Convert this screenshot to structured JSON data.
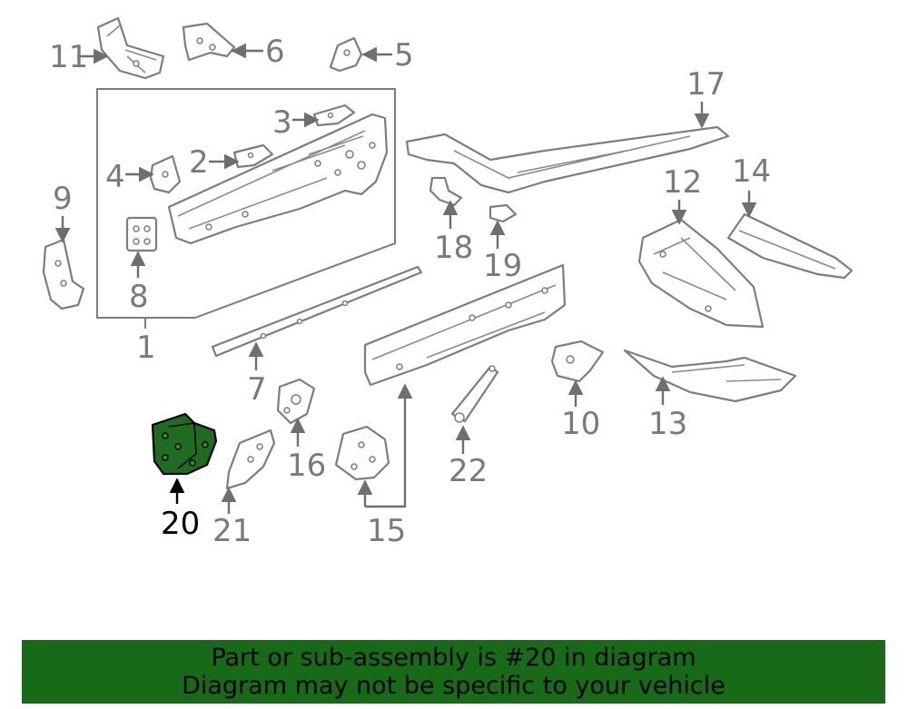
{
  "callouts": {
    "c1": "1",
    "c2": "2",
    "c3": "3",
    "c4": "4",
    "c5": "5",
    "c6": "6",
    "c7": "7",
    "c8": "8",
    "c9": "9",
    "c10": "10",
    "c11": "11",
    "c12": "12",
    "c13": "13",
    "c14": "14",
    "c15": "15",
    "c16": "16",
    "c17": "17",
    "c18": "18",
    "c19": "19",
    "c20": "20",
    "c21": "21",
    "c22": "22"
  },
  "highlight": {
    "part": "20",
    "color": "#1f6b1f"
  },
  "banner": {
    "line1": "Part or sub-assembly is #20 in diagram",
    "line2": "Diagram may not be specific to your vehicle",
    "color": "#176b17"
  }
}
